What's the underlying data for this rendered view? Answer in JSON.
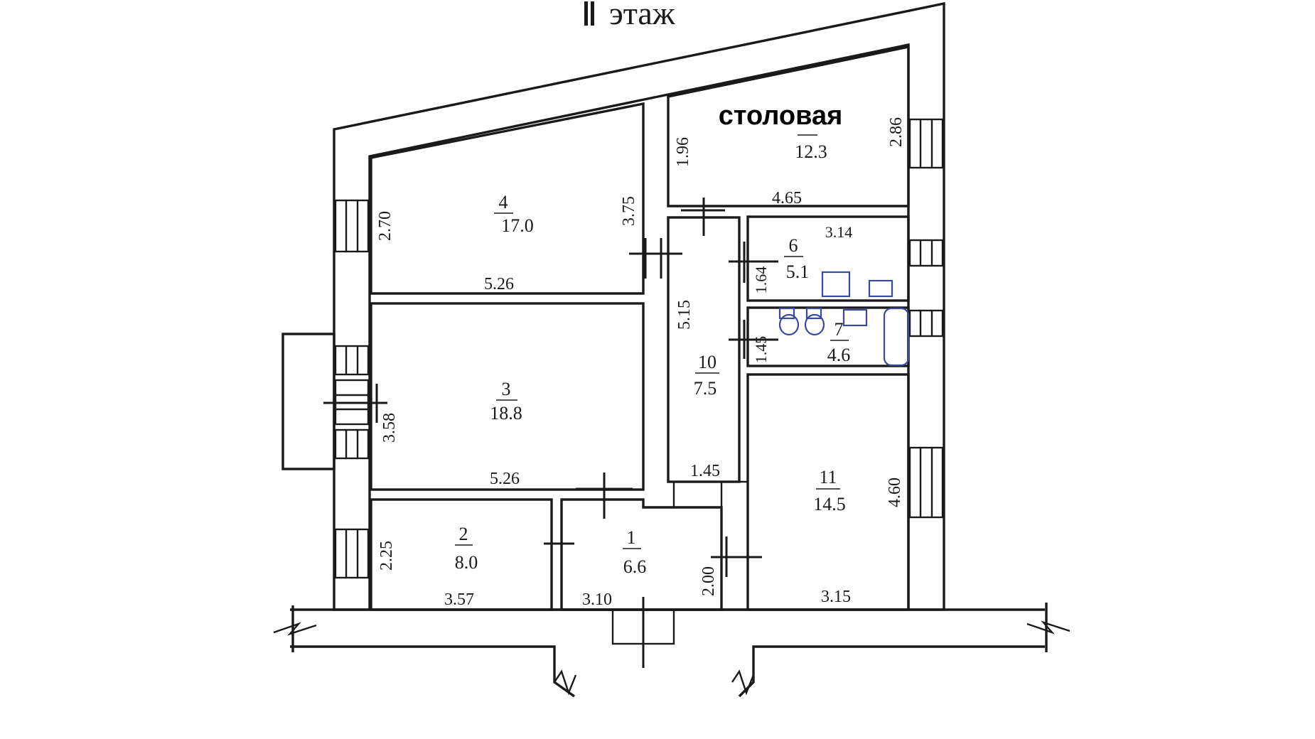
{
  "floor_title": "этаж",
  "room_tags": {
    "dining": "столовая"
  },
  "rooms": [
    {
      "num": "1",
      "area": "6.6"
    },
    {
      "num": "2",
      "area": "8.0"
    },
    {
      "num": "3",
      "area": "18.8"
    },
    {
      "num": "4",
      "area": "17.0"
    },
    {
      "num": "",
      "area": "12.3"
    },
    {
      "num": "6",
      "area": "5.1"
    },
    {
      "num": "7",
      "area": "4.6"
    },
    {
      "num": "10",
      "area": "7.5"
    },
    {
      "num": "11",
      "area": "14.5"
    }
  ],
  "dimensions": {
    "r4_width": "5.26",
    "r4_left": "2.70",
    "r4_right": "3.75",
    "r3_width": "5.26",
    "r3_left": "3.58",
    "r2_width": "3.57",
    "r2_left": "2.25",
    "r1_width": "3.10",
    "r1_right": "2.00",
    "dining_width": "4.65",
    "dining_left": "1.96",
    "dining_right": "2.86",
    "r6_width": "3.14",
    "r6_left": "1.64",
    "r7_left": "1.45",
    "r10_height": "5.15",
    "r10_width": "1.45",
    "r11_width": "3.15",
    "r11_right": "4.60"
  }
}
